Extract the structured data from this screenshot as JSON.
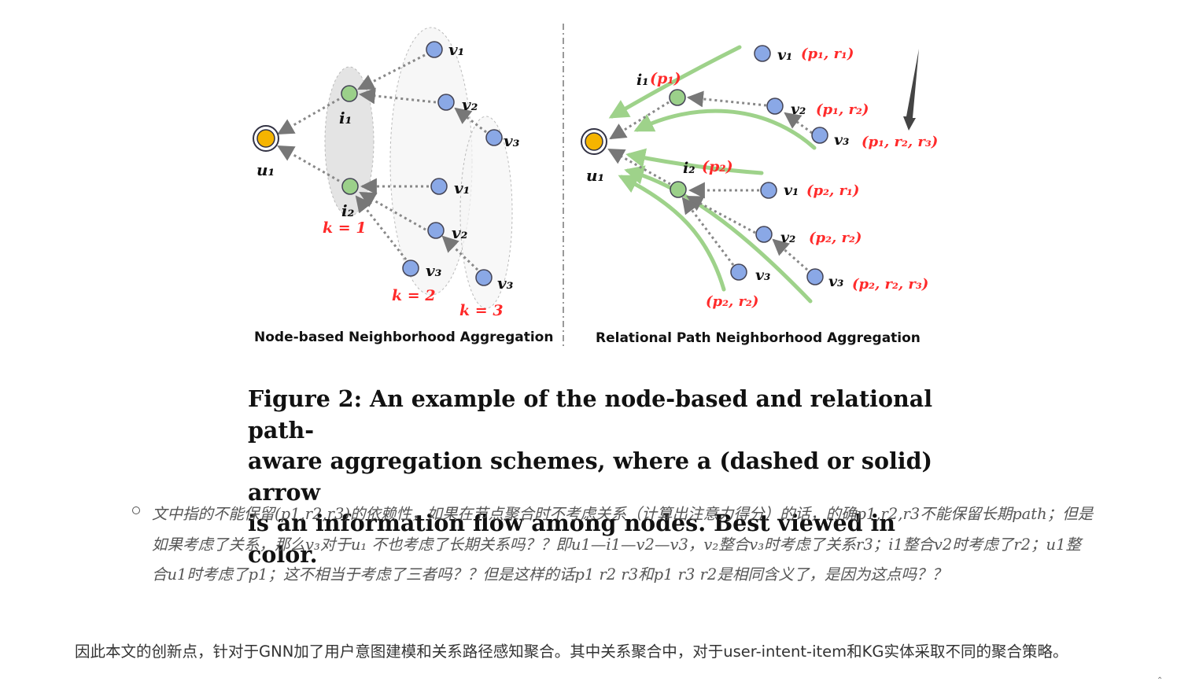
{
  "figure": {
    "left_panel_title": "Node-based Neighborhood Aggregation",
    "right_panel_title": "Relational Path Neighborhood Aggregation",
    "left_nodes": {
      "u1": "u₁",
      "i1": "i₁",
      "i2": "i₂",
      "v1a": "v₁",
      "v2a": "v₂",
      "v3a": "v₃",
      "v1b": "v₁",
      "v2b": "v₂",
      "v3b": "v₃",
      "v3c": "v₃"
    },
    "k_labels": [
      "k = 1",
      "k = 2",
      "k = 3"
    ],
    "right_nodes": {
      "u1": "u₁",
      "i1": "i₁",
      "i1_path": "(p₁)",
      "i2": "i₂",
      "i2_path": "(p₂)",
      "v1a": "v₁",
      "v1a_path": "(p₁, r₁)",
      "v2a": "v₂",
      "v2a_path": "(p₁, r₂)",
      "v3a": "v₃",
      "v3a_path": "(p₁, r₂, r₃)",
      "v1b": "v₁",
      "v1b_path": "(p₂, r₁)",
      "v2b": "v₂",
      "v2b_path": "(p₂, r₂)",
      "v3b": "v₃",
      "v3b_path": "(p₂, r₂)",
      "v3c": "v₃",
      "v3c_path": "(p₂, r₂, r₃)"
    },
    "colors": {
      "user_node": "#f5b400",
      "intent_node": "#9bd08a",
      "item_node": "#8aa8e6",
      "path_arrow": "#9ed28a",
      "label_red": "#ff2a2a"
    }
  },
  "caption": {
    "line1": "Figure 2: An example of the node-based and relational path-",
    "line2": "aware aggregation schemes, where a (dashed or solid) arrow",
    "line3": "is an information flow among nodes. Best viewed in color."
  },
  "note": "文中指的不能保留(p1,r2,r3)的依赖性，如果在节点聚合时不考虑关系（计算出注意力得分）的话，的确p1,r2,r3不能保留长期path；但是如果考虑了关系，那么v₃对于u₁ 不也考虑了长期关系吗？？即u1—i1—v2—v3，v₂整合v₃时考虑了关系r3；i1整合v2时考虑了r2；u1整合u1时考虑了p1；这不相当于考虑了三者吗？？但是这样的话p1 r2 r3和p1 r3 r2是相同含义了，是因为这点吗？？",
  "body_text": "因此本文的创新点，针对于GNN加了用户意图建模和关系路径感知聚合。其中关系聚合中，对于user-intent-item和KG实体采取不同的聚合策略。",
  "corner_mark": "⌃"
}
